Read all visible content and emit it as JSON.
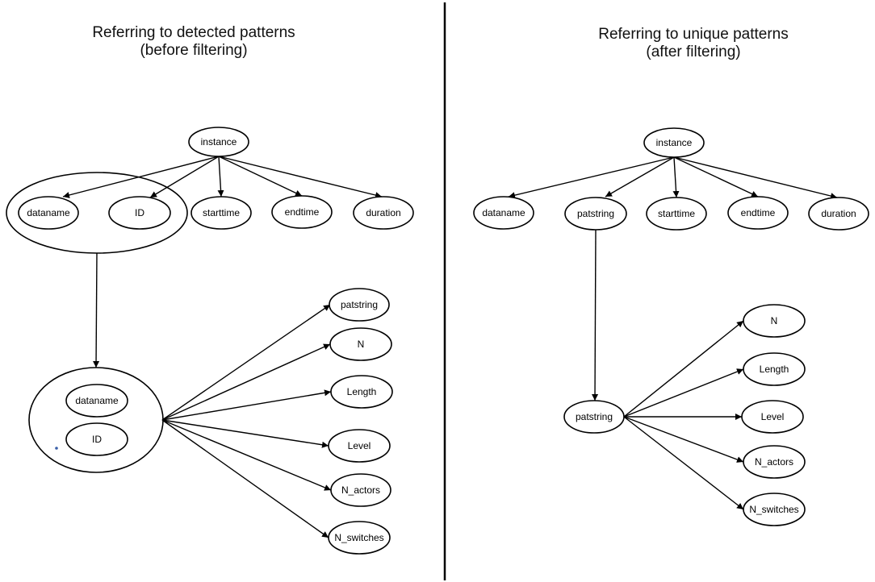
{
  "panels": {
    "left": {
      "title_line1": "Referring to detected patterns",
      "title_line2": "(before filtering)"
    },
    "right": {
      "title_line1": "Referring to unique patterns",
      "title_line2": "(after filtering)"
    }
  },
  "nodes": {
    "left_instance": "instance",
    "left_dataname": "dataname",
    "left_id": "ID",
    "left_starttime": "starttime",
    "left_endtime": "endtime",
    "left_duration": "duration",
    "left_grp_dataname": "dataname",
    "left_grp_id": "ID",
    "left_patstring": "patstring",
    "left_n": "N",
    "left_length": "Length",
    "left_level": "Level",
    "left_n_actors": "N_actors",
    "left_n_switches": "N_switches",
    "right_instance": "instance",
    "right_dataname": "dataname",
    "right_patstring_top": "patstring",
    "right_starttime": "starttime",
    "right_endtime": "endtime",
    "right_duration": "duration",
    "right_patstring": "patstring",
    "right_n": "N",
    "right_length": "Length",
    "right_level": "Level",
    "right_n_actors": "N_actors",
    "right_n_switches": "N_switches"
  },
  "edges": [
    [
      "left_instance",
      "left_dataname"
    ],
    [
      "left_instance",
      "left_id"
    ],
    [
      "left_instance",
      "left_starttime"
    ],
    [
      "left_instance",
      "left_endtime"
    ],
    [
      "left_instance",
      "left_duration"
    ],
    [
      "left_group_top",
      "left_group_bottom"
    ],
    [
      "left_group_bottom",
      "left_patstring"
    ],
    [
      "left_group_bottom",
      "left_n"
    ],
    [
      "left_group_bottom",
      "left_length"
    ],
    [
      "left_group_bottom",
      "left_level"
    ],
    [
      "left_group_bottom",
      "left_n_actors"
    ],
    [
      "left_group_bottom",
      "left_n_switches"
    ],
    [
      "right_instance",
      "right_dataname"
    ],
    [
      "right_instance",
      "right_patstring_top"
    ],
    [
      "right_instance",
      "right_starttime"
    ],
    [
      "right_instance",
      "right_endtime"
    ],
    [
      "right_instance",
      "right_duration"
    ],
    [
      "right_patstring_top",
      "right_patstring"
    ],
    [
      "right_patstring",
      "right_n"
    ],
    [
      "right_patstring",
      "right_length"
    ],
    [
      "right_patstring",
      "right_level"
    ],
    [
      "right_patstring",
      "right_n_actors"
    ],
    [
      "right_patstring",
      "right_n_switches"
    ]
  ]
}
